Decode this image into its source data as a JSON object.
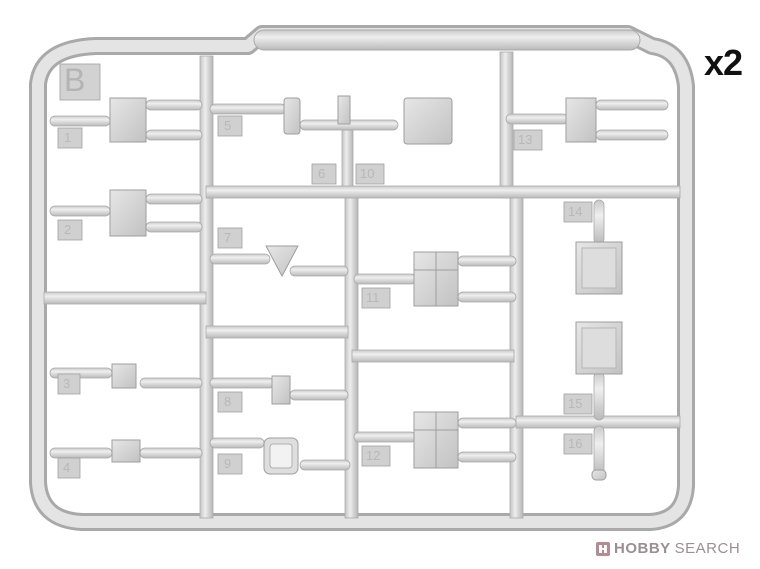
{
  "quantity_label": "x2",
  "sprue_letter": "B",
  "part_numbers": [
    "1",
    "2",
    "3",
    "4",
    "5",
    "6",
    "7",
    "8",
    "9",
    "10",
    "11",
    "12",
    "13",
    "14",
    "15",
    "16"
  ],
  "watermark": {
    "brand": "HOBBY",
    "suffix": "SEARCH",
    "icon": "hobby-search-logo-icon"
  },
  "colors": {
    "plastic": "#d6d6d6",
    "plastic_edge": "#a8a8a8",
    "plastic_light": "#ececec",
    "background": "#ffffff",
    "label_text": "#b8b8b8"
  }
}
